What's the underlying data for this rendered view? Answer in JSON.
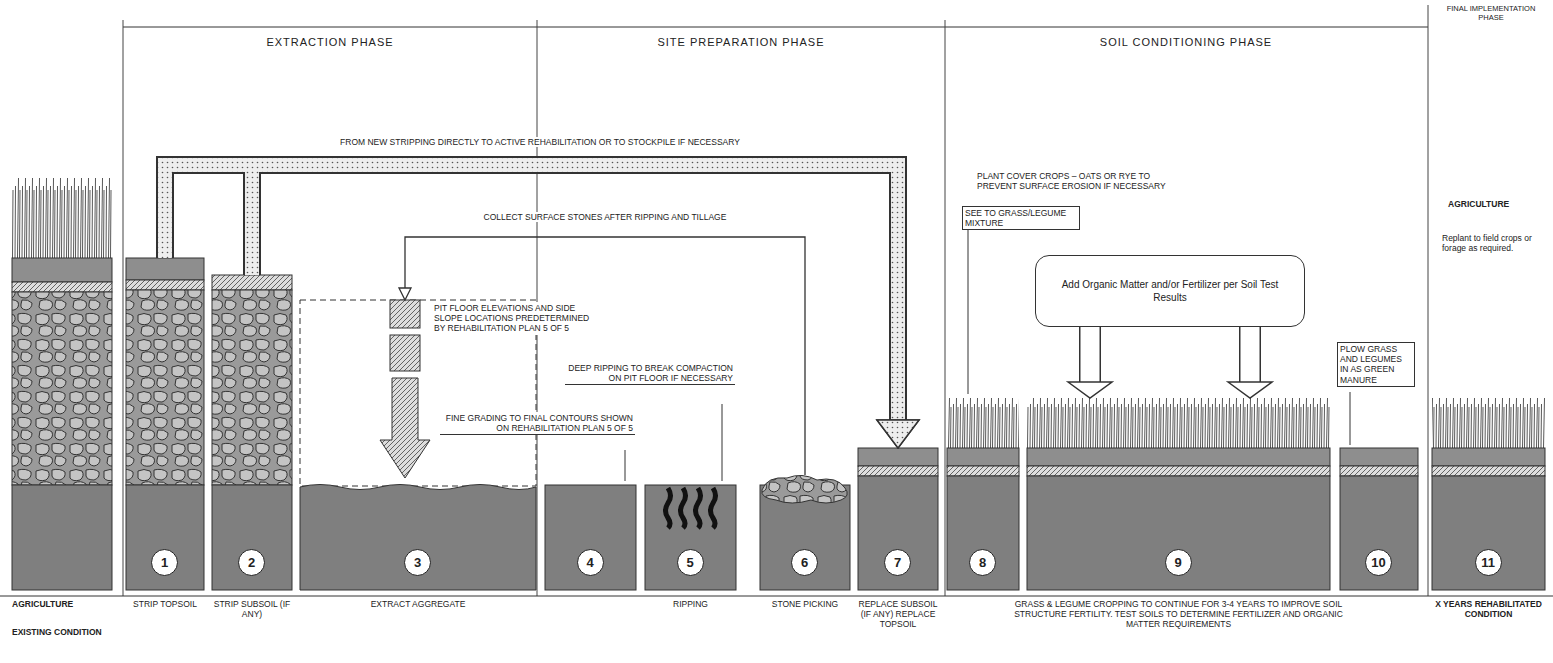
{
  "diagram": {
    "nodes": [
      {
        "text": [
          "AGRICULTURE",
          "EXISTING CONDITION"
        ]
      },
      {
        "text": [
          "1",
          "STRIP TOPSOIL"
        ]
      },
      {
        "text": [
          "2",
          "STRIP SUBSOIL (IF ANY)"
        ]
      },
      {
        "text": [
          "3",
          "EXTRACT AGGREGATE"
        ]
      },
      {
        "text": [
          "4"
        ]
      },
      {
        "text": [
          "5",
          "RIPPING"
        ]
      },
      {
        "text": [
          "6",
          "STONE PICKING"
        ]
      },
      {
        "text": [
          "7",
          "REPLACE SUBSOIL (IF ANY) REPLACE TOPSOIL"
        ]
      },
      {
        "text": [
          "8"
        ]
      },
      {
        "text": [
          "9",
          "GRASS & LEGUME CROPPING TO CONTINUE FOR 3-4 YEARS TO IMPROVE SOIL STRUCTURE FERTILITY. TEST SOILS TO DETERMINE FERTILIZER AND ORGANIC MATTER REQUIREMENTS"
        ]
      },
      {
        "text": [
          "10"
        ]
      },
      {
        "text": [
          "11",
          "X YEARS REHABILITATED CONDITION"
        ]
      },
      {
        "text": [
          "Add Organic Matter and/or Fertilizer per Soil Test Results"
        ]
      }
    ],
    "edges": [
      {
        "from": 1,
        "to": 7,
        "arrow": "to",
        "label": "FROM NEW STRIPPING DIRECTLY TO ACTIVE REHABILITATION OR TO STOCKPILE IF NECESSARY"
      },
      {
        "from": 2,
        "to": 7,
        "arrow": "to"
      },
      {
        "from": 6,
        "to": 3,
        "arrow": "to",
        "label": "COLLECT SURFACE STONES AFTER RIPPING AND TILLAGE"
      },
      {
        "from": 12,
        "to": 9,
        "arrow": "to"
      },
      {
        "from": 12,
        "to": 9,
        "arrow": "to"
      }
    ],
    "labels": [
      "EXTRACTION PHASE",
      "SITE PREPARATION PHASE",
      "SOIL CONDITIONING PHASE",
      "FINAL IMPLEMENTATION PHASE",
      "PIT FLOOR ELEVATIONS AND SIDE SLOPE LOCATIONS PREDETERMINED BY REHABILITATION PLAN 5 OF 5",
      "FINE GRADING TO FINAL CONTOURS SHOWN ON REHABILITATION PLAN 5 OF 5",
      "DEEP RIPPING TO BREAK COMPACTION ON PIT FLOOR IF NECESSARY",
      "PLANT COVER CROPS – OATS OR RYE TO PREVENT SURFACE EROSION IF NECESSARY",
      "SEE TO GRASS/LEGUME MIXTURE",
      "PLOW GRASS AND LEGUMES IN AS GREEN MANURE",
      "AGRICULTURE",
      "Replant to field crops or forage as required."
    ]
  }
}
